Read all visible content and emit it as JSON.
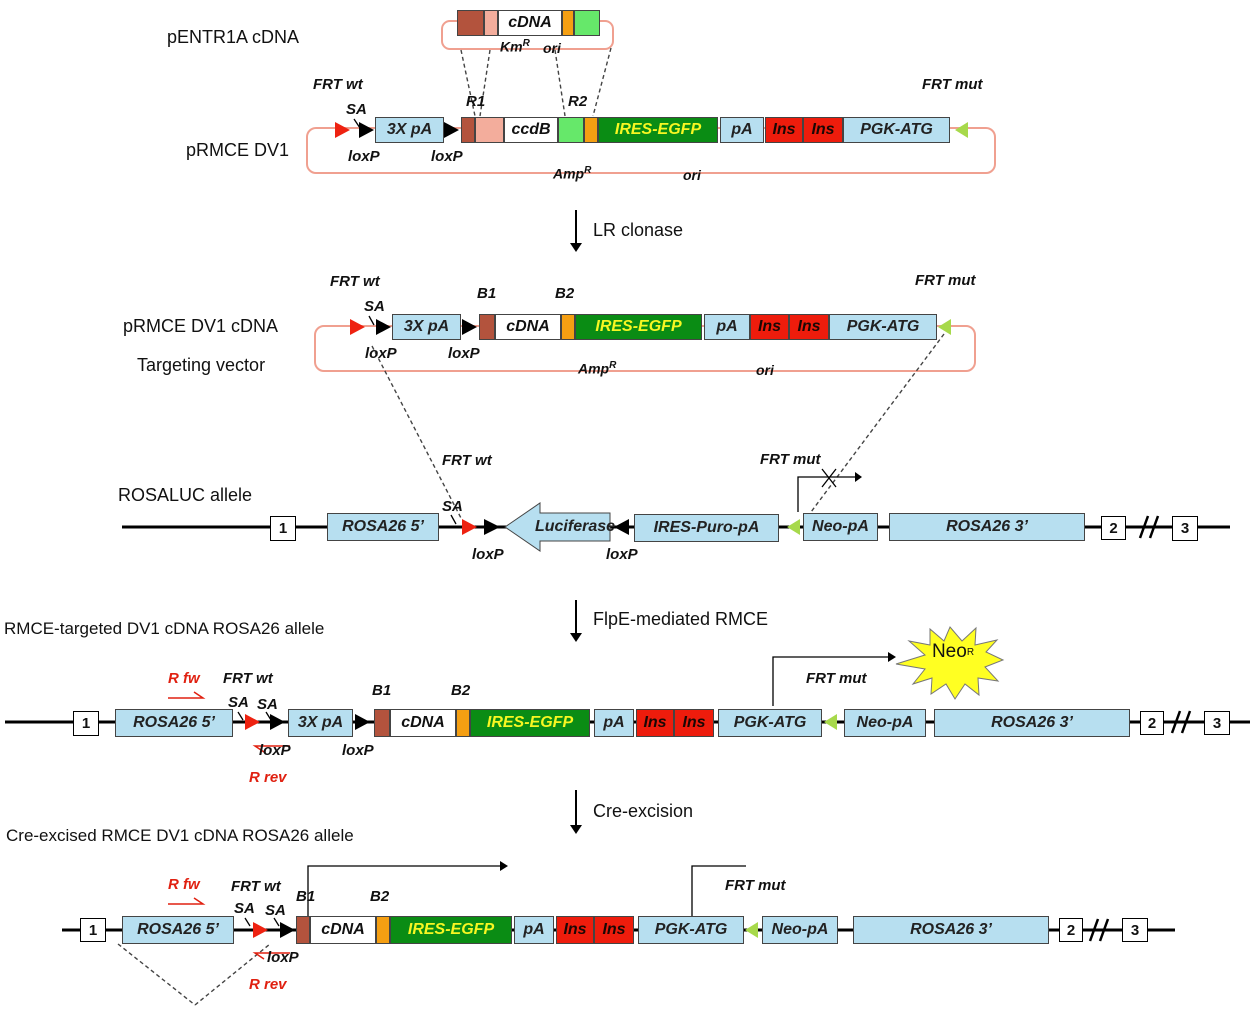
{
  "titles": {
    "pentr": "pENTR1A cDNA",
    "prmce": "pRMCE DV1",
    "prmce_cdna": "pRMCE DV1 cDNA",
    "targeting": "Targeting vector",
    "rosaluc": "ROSALUC allele",
    "rmce_allele": "RMCE-targeted DV1 cDNA ROSA26 allele",
    "cre_allele": "Cre-excised RMCE DV1 cDNA ROSA26 allele"
  },
  "steps": {
    "lr": "LR clonase",
    "flpe": "FlpE-mediated RMCE",
    "cre": "Cre-excision"
  },
  "labels": {
    "frt_wt": "FRT wt",
    "frt_mut": "FRT mut",
    "sa": "SA",
    "loxp": "loxP",
    "r1": "R1",
    "r2": "R2",
    "b1": "B1",
    "b2": "B2",
    "amp": "Amp",
    "km": "Km",
    "resist_sup": "R",
    "ori": "ori",
    "r_fw": "R fw",
    "r_rev": "R rev"
  },
  "elements": {
    "cdna": "cDNA",
    "three_x_pa": "3X pA",
    "ccdb": "ccdB",
    "ires_egfp": "IRES-EGFP",
    "pa": "pA",
    "ins": "Ins",
    "pgk_atg": "PGK-ATG",
    "rosa5": "ROSA26 5’",
    "rosa3": "ROSA26 3’",
    "luciferase": "Luciferase",
    "ires_puro": "IRES-Puro-pA",
    "neo_pa": "Neo-pA",
    "neo": "Neo"
  },
  "exons": {
    "e1": "1",
    "e2": "2",
    "e3": "3"
  },
  "colors": {
    "light_blue": "#b7dff0",
    "green": "#0a8c14",
    "yellow_text": "#f7f722",
    "red": "#ee1c0c",
    "brown": "#b3533d",
    "pink": "#f3ad9c",
    "light_green": "#66e86a",
    "orange": "#f59f12",
    "backbone": "#f0a090",
    "neo_star": "#ffff22",
    "frt_wt_triangle": "#ee2211",
    "frt_mut_triangle": "#a7d94b"
  }
}
